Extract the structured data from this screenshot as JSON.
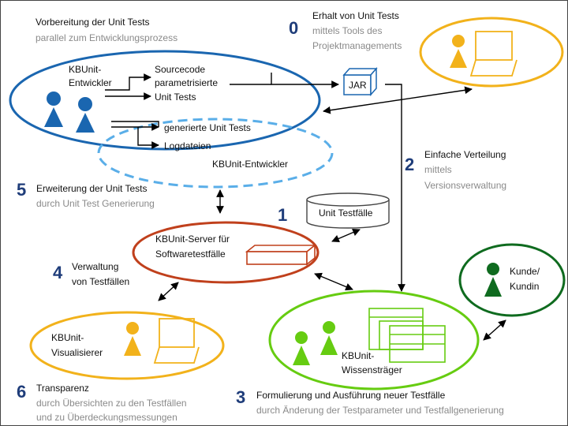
{
  "sections": {
    "s0": {
      "number": "0",
      "title": "Erhalt von Unit Tests",
      "subtitle_1": "mittels Tools des",
      "subtitle_2": "Projektmanagements"
    },
    "s1": {
      "number": "1"
    },
    "s2": {
      "number": "2",
      "title": "Einfache Verteilung",
      "subtitle_1": "mittels",
      "subtitle_2": "Versionsverwaltung"
    },
    "s3": {
      "number": "3",
      "title": "Formulierung und Ausführung neuer Testfälle",
      "subtitle": "durch Änderung der Testparameter und Testfallgenerierung"
    },
    "s4": {
      "number": "4",
      "title_1": "Verwaltung",
      "title_2": "von Testfällen"
    },
    "s5": {
      "number": "5",
      "title": "Erweiterung der Unit Tests",
      "subtitle": "durch Unit Test Generierung"
    },
    "s6": {
      "number": "6",
      "title": "Transparenz",
      "subtitle_1": "durch Übersichten zu den Testfällen",
      "subtitle_2": "und zu Überdeckungsmessungen"
    },
    "prep": {
      "title": "Vorbereitung der Unit Tests",
      "subtitle": "parallel zum Entwicklungsprozess"
    }
  },
  "nodes": {
    "developer_1": "KBUnit-",
    "developer_2": "Entwickler",
    "sourcecode_1": "Sourcecode",
    "sourcecode_2": "parametrisierte",
    "sourcecode_3": "Unit Tests",
    "generated_tests": "generierte Unit Tests",
    "logfiles": "Logdateien",
    "developer_dashed": "KBUnit-Entwickler",
    "jar": "JAR",
    "testcases_db": "Unit Testfälle",
    "server_1": "KBUnit-Server für",
    "server_2": "Softwaretestfälle",
    "visualizer_1": "KBUnit-",
    "visualizer_2": "Visualisierer",
    "knowledge_1": "KBUnit-",
    "knowledge_2": "Wissensträger",
    "customer_1": "Kunde/",
    "customer_2": "Kundin"
  },
  "colors": {
    "blue": "#1a66b0",
    "light_blue": "#5aaee8",
    "yellow": "#f2b21b",
    "red": "#c0401c",
    "green": "#66cc11",
    "dark_green": "#0f6b1f",
    "number": "#1f3d7a"
  }
}
